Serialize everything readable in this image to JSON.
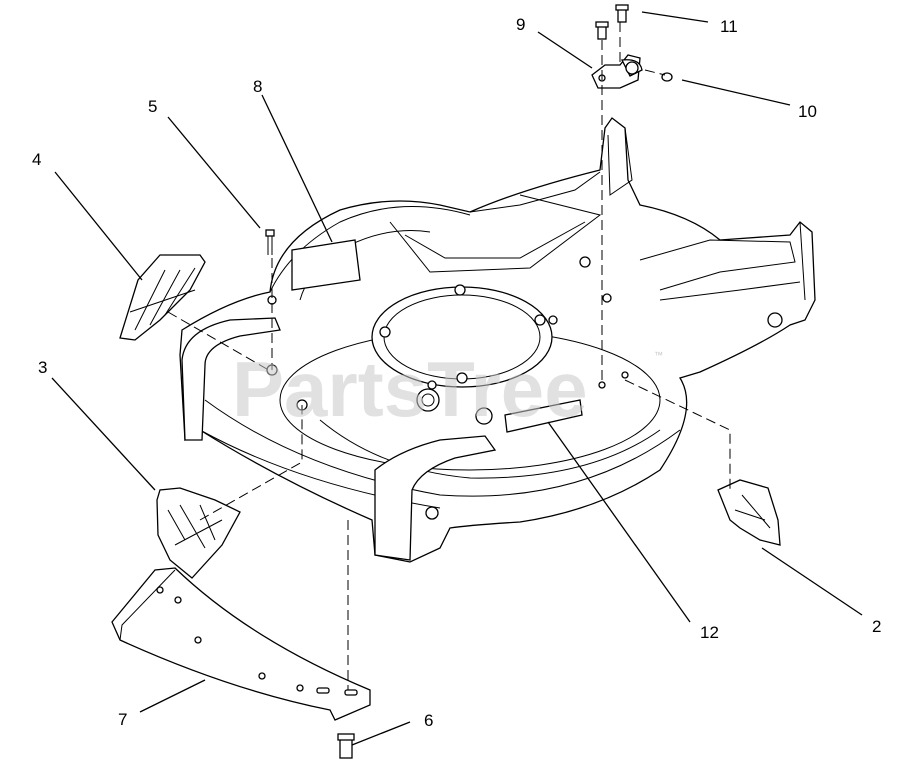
{
  "diagram": {
    "watermark": "PartsTree",
    "watermark_tm": "™",
    "callouts": [
      {
        "id": "c1",
        "text": "9"
      },
      {
        "id": "c2",
        "text": "11"
      },
      {
        "id": "c3",
        "text": "10"
      },
      {
        "id": "c4",
        "text": "8"
      },
      {
        "id": "c5",
        "text": "5"
      },
      {
        "id": "c6",
        "text": "4"
      },
      {
        "id": "c7",
        "text": "3"
      },
      {
        "id": "c8",
        "text": "12"
      },
      {
        "id": "c9",
        "text": "2"
      },
      {
        "id": "c10",
        "text": "7"
      },
      {
        "id": "c11",
        "text": "6"
      }
    ]
  }
}
